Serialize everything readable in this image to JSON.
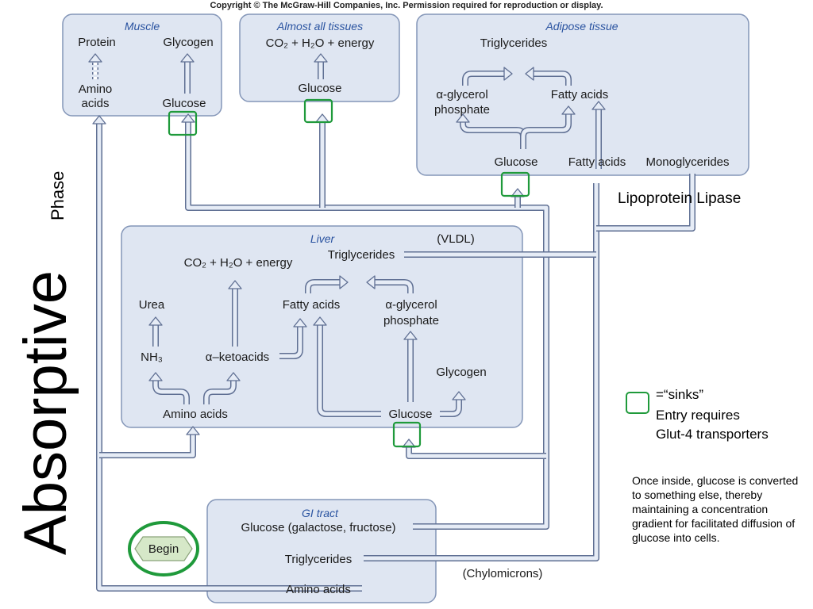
{
  "copyright": "Copyright © The McGraw-Hill Companies, Inc. Permission required for reproduction or display.",
  "title": {
    "main": "Absorptive",
    "sub": "Phase"
  },
  "muscle": {
    "title": "Muscle",
    "protein": "Protein",
    "glycogen": "Glycogen",
    "amino_1": "Amino",
    "amino_2": "acids",
    "glucose": "Glucose"
  },
  "tissues": {
    "title": "Almost all tissues",
    "energy": "CO₂ + H₂O + energy",
    "glucose": "Glucose"
  },
  "adipose": {
    "title": "Adipose tissue",
    "triglycerides": "Triglycerides",
    "agp_1": "α-glycerol",
    "agp_2": "phosphate",
    "fatty_acids_top": "Fatty acids",
    "glucose": "Glucose",
    "fatty_acids": "Fatty acids",
    "monoglycerides": "Monoglycerides"
  },
  "liver": {
    "title": "Liver",
    "vldl": "(VLDL)",
    "triglycerides": "Triglycerides",
    "energy": "CO₂ + H₂O + energy",
    "urea": "Urea",
    "fatty_acids": "Fatty acids",
    "agp_1": "α-glycerol",
    "agp_2": "phosphate",
    "nh3": "NH₃",
    "ketoacids": "α–ketoacids",
    "glycogen": "Glycogen",
    "amino_acids": "Amino acids",
    "glucose": "Glucose"
  },
  "gi": {
    "title": "GI tract",
    "glucose": "Glucose (galactose, fructose)",
    "triglycerides": "Triglycerides",
    "amino_acids": "Amino acids",
    "chylomicrons": "(Chylomicrons)"
  },
  "begin_label": "Begin",
  "lipoprotein_lipase": "Lipoprotein Lipase",
  "legend": {
    "line1": "=“sinks”",
    "line2": "Entry requires",
    "line3": "Glut-4 transporters"
  },
  "note": "Once inside, glucose is converted to something else, thereby maintaining a concentration gradient for  facilitated diffusion of glucose into cells.",
  "colors": {
    "box_fill": "#dfe6f2",
    "pipe": "#5f6f93",
    "sink": "#1f9a3b",
    "title_blue": "#2a53a0"
  }
}
